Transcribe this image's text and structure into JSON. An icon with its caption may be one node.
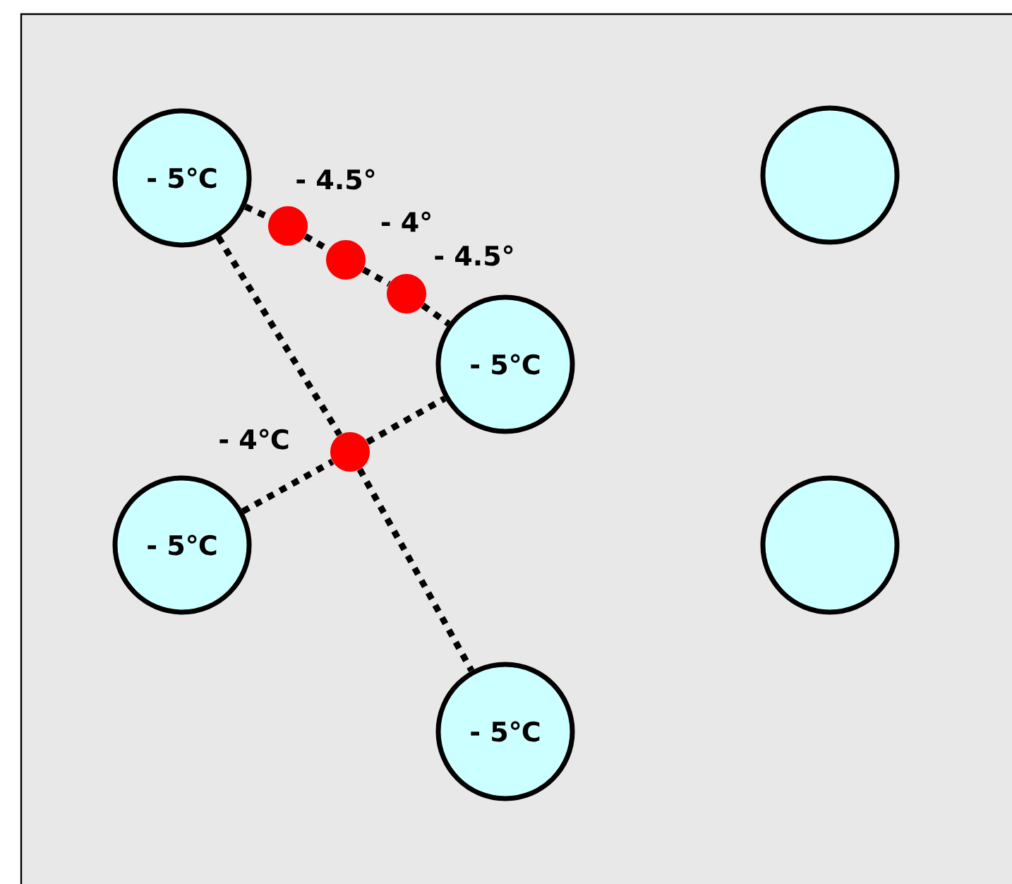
{
  "diagram": {
    "nodes": [
      {
        "text": [
          "- 5℃"
        ]
      },
      {
        "text": [],
        "shape": "circle"
      },
      {
        "text": [],
        "shape": "dot",
        "beside": [
          "- 4.5°"
        ]
      },
      {
        "text": [],
        "shape": "dot",
        "beside": [
          "- 4°"
        ]
      },
      {
        "text": [],
        "shape": "dot",
        "beside": [
          "- 4.5°"
        ]
      },
      {
        "text": [
          "- 5℃"
        ]
      },
      {
        "text": [],
        "shape": "dot",
        "beside": [
          "- 4℃"
        ]
      },
      {
        "text": [
          "- 5℃"
        ]
      },
      {
        "text": [],
        "shape": "circle"
      },
      {
        "text": [
          "- 5℃"
        ]
      }
    ],
    "edges": [
      {
        "from": 0,
        "to": 2,
        "arrow": "none"
      },
      {
        "from": 2,
        "to": 3,
        "arrow": "none"
      },
      {
        "from": 3,
        "to": 4,
        "arrow": "none"
      },
      {
        "from": 4,
        "to": 5,
        "arrow": "none"
      },
      {
        "from": 0,
        "to": 6,
        "arrow": "none"
      },
      {
        "from": 6,
        "to": 9,
        "arrow": "none"
      },
      {
        "from": 7,
        "to": 6,
        "arrow": "none"
      },
      {
        "from": 6,
        "to": 5,
        "arrow": "none"
      }
    ]
  }
}
